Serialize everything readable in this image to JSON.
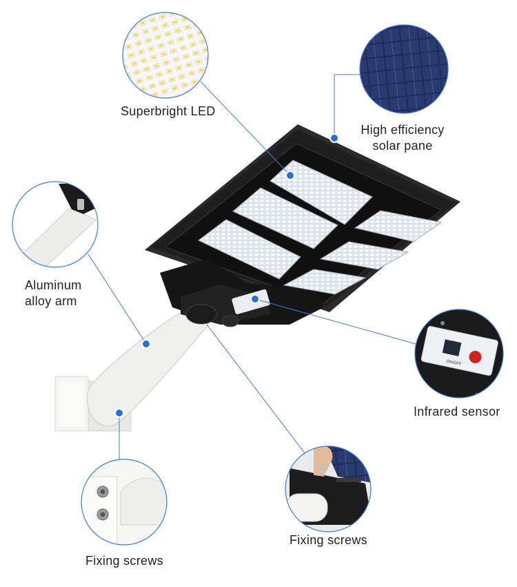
{
  "callouts": {
    "led": {
      "label": "Superbright LED",
      "icon": "led-chip-icon"
    },
    "solar": {
      "label_line1": "High efficiency",
      "label_line2": "solar pane",
      "icon": "solar-panel-icon"
    },
    "arm": {
      "label_line1": "Aluminum",
      "label_line2": "alloy arm",
      "icon": "arm-icon"
    },
    "sensor": {
      "label": "Infrared sensor",
      "icon": "sensor-icon",
      "panel_text": "ON/OFF"
    },
    "screws_left": {
      "label": "Fixing screws",
      "icon": "screw-icon"
    },
    "screws_right": {
      "label": "Fixing screws",
      "icon": "screw-icon"
    }
  },
  "colors": {
    "accent": "#2a6fd6",
    "body": "#1c1c1c",
    "arm": "#eeeeec",
    "callout_line": "#3b7ad9"
  }
}
